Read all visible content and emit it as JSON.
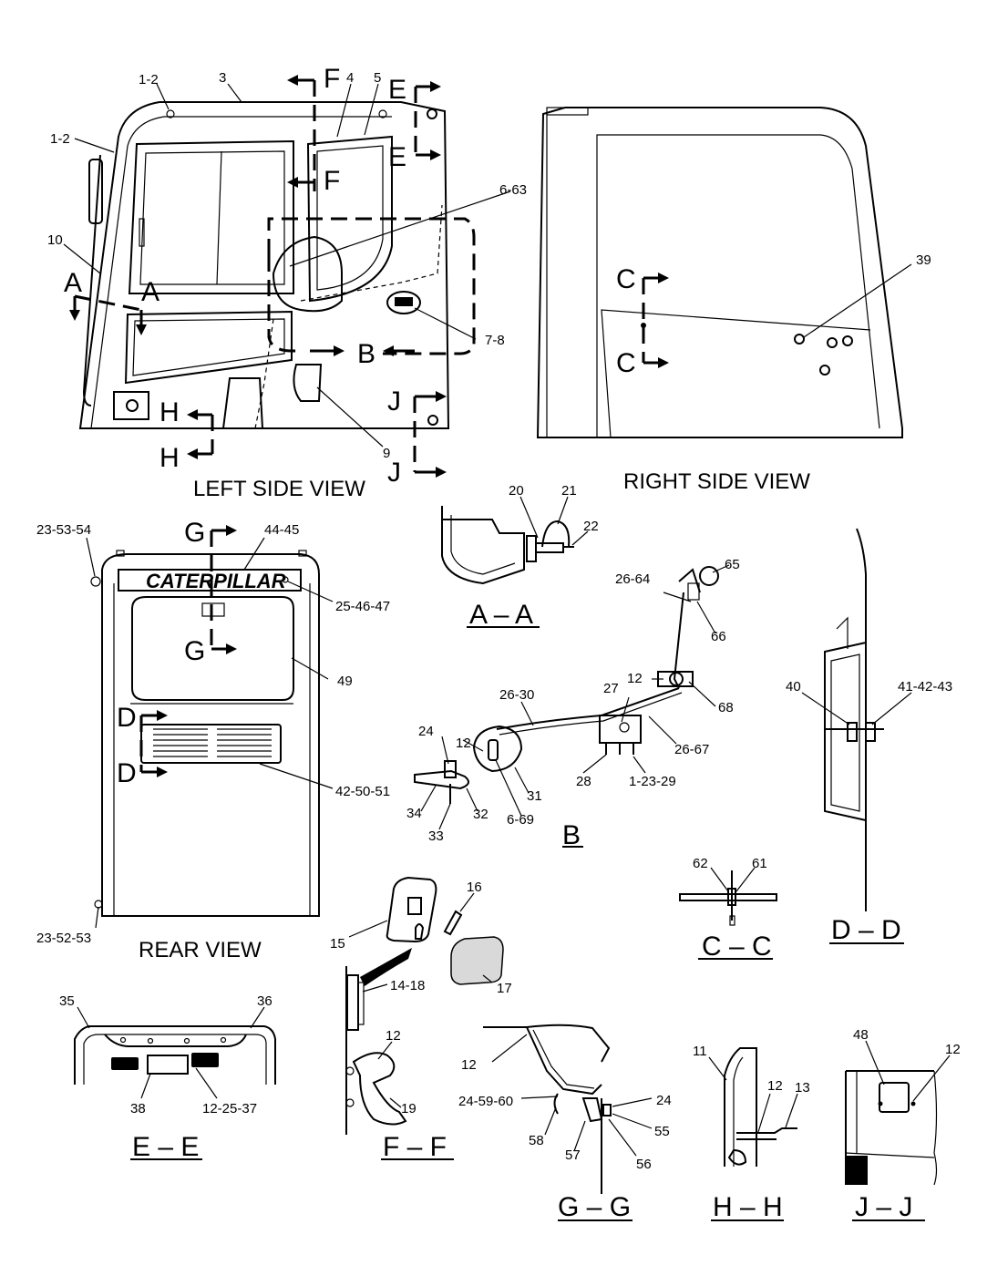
{
  "views": {
    "left_side": "LEFT SIDE VIEW",
    "right_side": "RIGHT SIDE VIEW",
    "rear": "REAR VIEW"
  },
  "brand": "CATERPILLAR",
  "sections": {
    "AA": "A – A",
    "B": "B",
    "CC": "C – C",
    "DD": "D – D",
    "EE": "E – E",
    "FF": "F – F",
    "GG": "G – G",
    "HH": "H – H",
    "JJ": "J – J"
  },
  "section_marks": {
    "A": "A",
    "B": "B",
    "C": "C",
    "D": "D",
    "E": "E",
    "F": "F",
    "G": "G",
    "H": "H",
    "J": "J"
  },
  "callouts": {
    "c_1_2_top": "1-2",
    "c_3": "3",
    "c_4": "4",
    "c_5": "5",
    "c_1_2_side": "1-2",
    "c_6_63": "6-63",
    "c_10": "10",
    "c_7_8": "7-8",
    "c_9": "9",
    "c_39": "39",
    "c_20": "20",
    "c_21": "21",
    "c_22": "22",
    "c_23_53_54": "23-53-54",
    "c_44_45": "44-45",
    "c_25_46_47": "25-46-47",
    "c_49": "49",
    "c_42_50_51": "42-50-51",
    "c_23_52_53": "23-52-53",
    "c_26_64": "26-64",
    "c_65": "65",
    "c_66": "66",
    "c_12_b1": "12",
    "c_68": "68",
    "c_27": "27",
    "c_26_30": "26-30",
    "c_26_67": "26-67",
    "c_12_b2": "12",
    "c_24_b": "24",
    "c_28": "28",
    "c_1_23_29": "1-23-29",
    "c_31": "31",
    "c_34": "34",
    "c_32": "32",
    "c_33": "33",
    "c_6_69": "6-69",
    "c_40": "40",
    "c_41_42_43": "41-42-43",
    "c_62": "62",
    "c_61": "61",
    "c_16": "16",
    "c_15": "15",
    "c_17": "17",
    "c_14_18": "14-18",
    "c_12_f": "12",
    "c_19": "19",
    "c_35": "35",
    "c_36": "36",
    "c_38": "38",
    "c_12_25_37": "12-25-37",
    "c_12_g": "12",
    "c_24_59_60": "24-59-60",
    "c_24_g": "24",
    "c_58": "58",
    "c_55": "55",
    "c_57": "57",
    "c_56": "56",
    "c_11": "11",
    "c_12_h": "12",
    "c_13": "13",
    "c_48": "48",
    "c_12_j": "12"
  }
}
